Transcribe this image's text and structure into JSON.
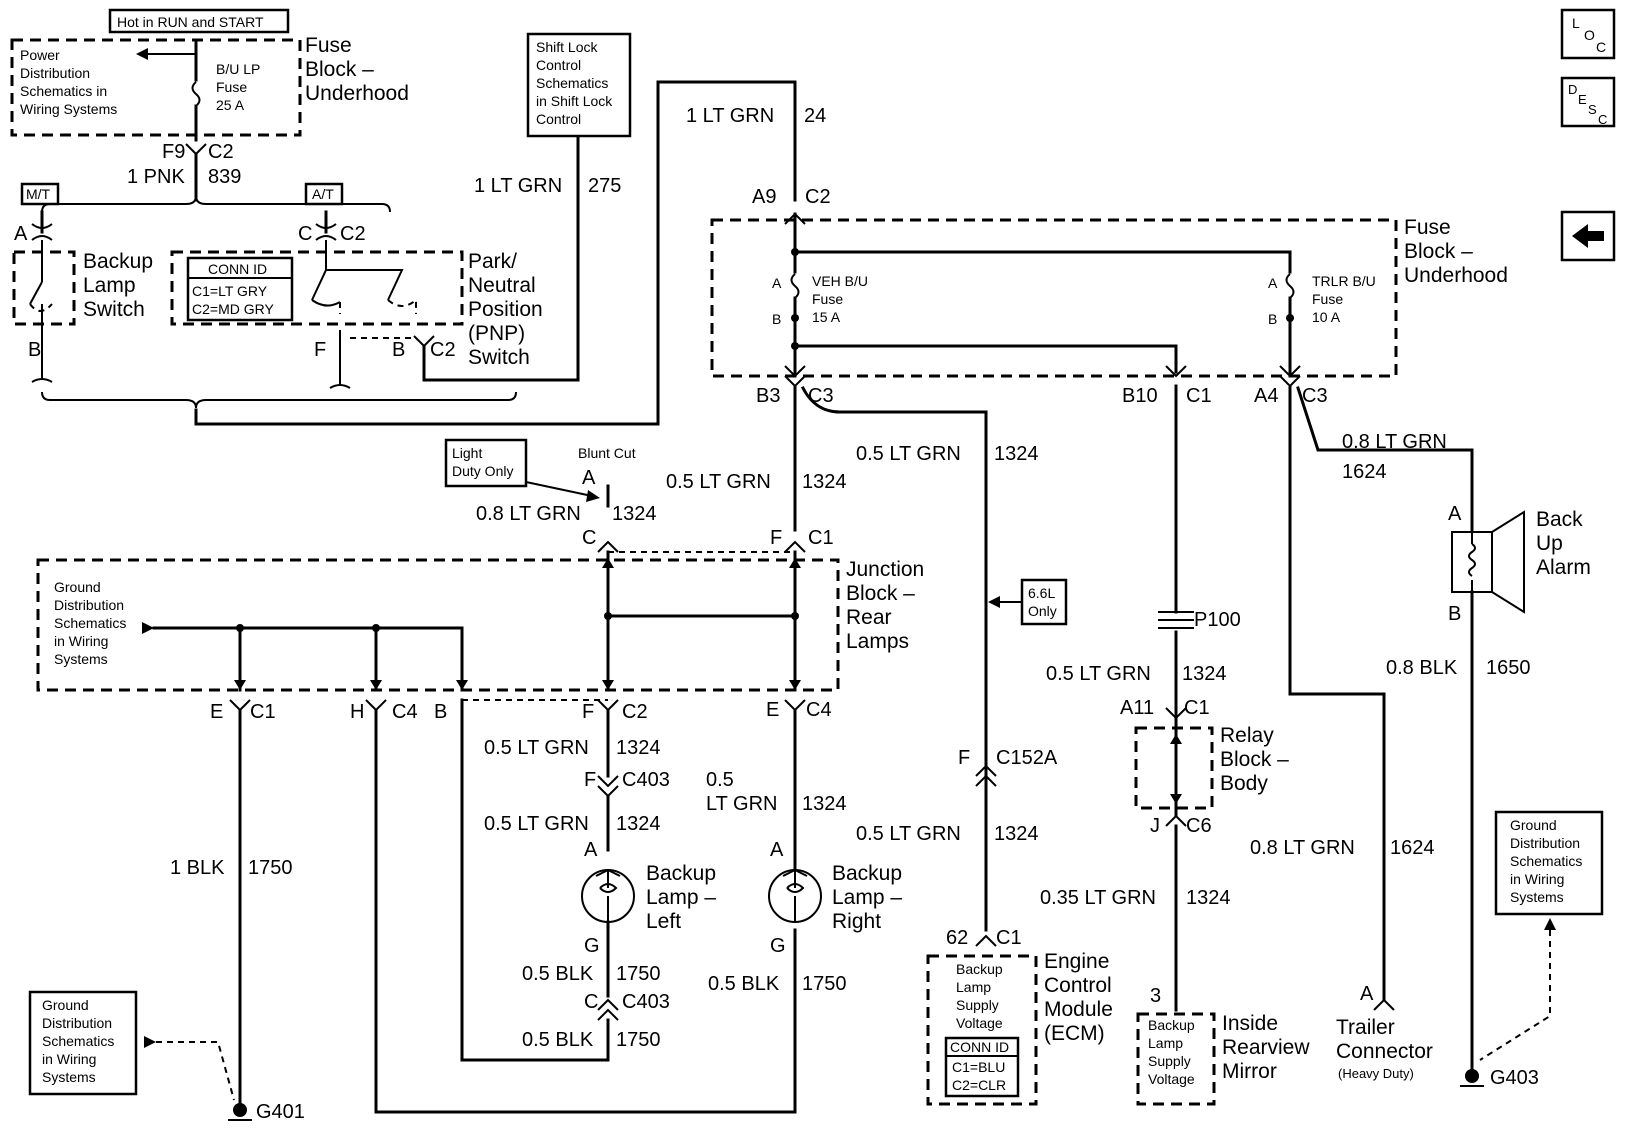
{
  "pwr_hot": "Hot in RUN and START",
  "pwr_dist": [
    "Power",
    "Distribution",
    "Schematics in",
    "Wiring Systems"
  ],
  "bulp_fuse": [
    "B/U LP",
    "Fuse",
    "25 A"
  ],
  "fuse_block_under": [
    "Fuse",
    "Block –",
    "Underhood"
  ],
  "f9": "F9",
  "c2": "C2",
  "pnk": "1 PNK",
  "n839": "839",
  "mt": "M/T",
  "at": "A/T",
  "a": "A",
  "b": "B",
  "c": "C",
  "f": "F",
  "e": "E",
  "h": "H",
  "g": "G",
  "j": "J",
  "backup_switch": [
    "Backup",
    "Lamp",
    "Switch"
  ],
  "conn_id": "CONN ID",
  "conn_c1": "C1=LT GRY",
  "conn_c2": "C2=MD GRY",
  "pnp": [
    "Park/",
    "Neutral",
    "Position",
    "(PNP)",
    "Switch"
  ],
  "shift_lock": [
    "Shift Lock",
    "Control",
    "Schematics",
    "in Shift Lock",
    "Control"
  ],
  "ltgrn1": "1 LT GRN",
  "n275": "275",
  "n24": "24",
  "a9": "A9",
  "veh_fuse": [
    "VEH B/U",
    "Fuse",
    "15 A"
  ],
  "trlr_fuse": [
    "TRLR B/U",
    "Fuse",
    "10 A"
  ],
  "b3": "B3",
  "c3": "C3",
  "b10": "B10",
  "c1": "C1",
  "a4": "A4",
  "ltgrn05": "0.5 LT GRN",
  "ltgrn08": "0.8 LT GRN",
  "ltgrn035": "0.35 LT GRN",
  "n1324": "1324",
  "n1624": "1624",
  "n1650": "1650",
  "n1750": "1750",
  "light_duty": [
    "Light",
    "Duty Only"
  ],
  "blunt_cut": "Blunt Cut",
  "junction": [
    "Junction",
    "Block –",
    "Rear",
    "Lamps"
  ],
  "ground_dist": [
    "Ground",
    "Distribution",
    "Schematics",
    "in Wiring",
    "Systems"
  ],
  "c4": "C4",
  "c403": "C403",
  "c152a": "C152A",
  "c6": "C6",
  "a11": "A11",
  "n05": "0.5",
  "ltgrn": "LT GRN",
  "backup_left": [
    "Backup",
    "Lamp –",
    "Left"
  ],
  "backup_right": [
    "Backup",
    "Lamp –",
    "Right"
  ],
  "blk1": "1 BLK",
  "blk05": "0.5 BLK",
  "blk08": "0.8 BLK",
  "l66": [
    "6.6L",
    "Only"
  ],
  "p100": "P100",
  "relay": [
    "Relay",
    "Block –",
    "Body"
  ],
  "ecm": [
    "Engine",
    "Control",
    "Module",
    "(ECM)"
  ],
  "n62": "62",
  "ecm_sup": [
    "Backup",
    "Lamp",
    "Supply",
    "Voltage"
  ],
  "ecm_conn": [
    "CONN ID",
    "C1=BLU",
    "C2=CLR"
  ],
  "n3": "3",
  "mirror": [
    "Inside",
    "Rearview",
    "Mirror"
  ],
  "trailer": [
    "Trailer",
    "Connector",
    "(Heavy Duty)"
  ],
  "alarm": [
    "Back",
    "Up",
    "Alarm"
  ],
  "g401": "G401",
  "g403": "G403",
  "loc": [
    "L",
    "O",
    "C"
  ],
  "desc": [
    "D",
    "E",
    "S",
    "C"
  ]
}
